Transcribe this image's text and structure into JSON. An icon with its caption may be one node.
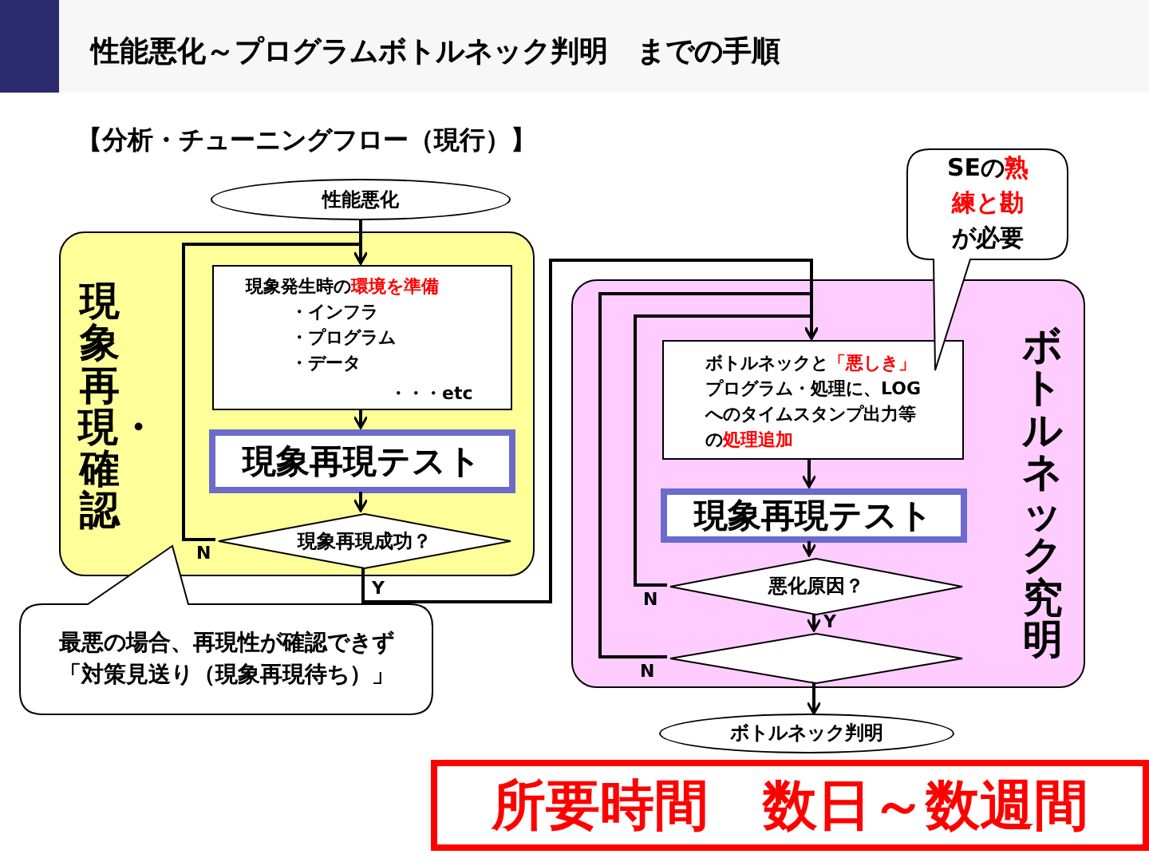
{
  "diagram": {
    "title": "性能悪化～プログラムボトルネック判明　までの手順",
    "nodes": [
      {
        "text": [
          "性能悪化"
        ]
      },
      {
        "text": [
          "現象再現・確認"
        ]
      },
      {
        "text": [
          "現象発生時の**環境を準備**",
          "・インフラ",
          "・プログラム",
          "・データ",
          "・・・etc"
        ],
        "in": 1
      },
      {
        "text": [
          "現象再現テスト"
        ],
        "in": 1
      },
      {
        "text": [
          "現象再現成功？"
        ],
        "in": 1
      },
      {
        "text": [
          "ボトルネック究明"
        ]
      },
      {
        "text": [
          "ボトルネックと**「悪しき」**プログラム・処理に、LOGへのタイムスタンプ出力等の**処理追加**"
        ],
        "in": 5
      },
      {
        "text": [
          "現象再現テスト"
        ],
        "in": 5
      },
      {
        "text": [
          "悪化原因？"
        ],
        "in": 5
      },
      {
        "text": [],
        "shape": "diamond",
        "in": 5
      },
      {
        "text": [
          "ボトルネック判明"
        ]
      },
      {
        "text": [
          "SEの**熟練と勘**が必要"
        ]
      },
      {
        "text": [
          "最悪の場合、再現性が確認できず",
          "「対策見送り（現象再現待ち）」"
        ]
      },
      {
        "text": [
          "所要時間　数日～数週間"
        ]
      }
    ],
    "edges": [
      {
        "from": 0,
        "to": 2,
        "arrow": "to"
      },
      {
        "from": 2,
        "to": 3,
        "arrow": "to"
      },
      {
        "from": 3,
        "to": 4,
        "arrow": "to"
      },
      {
        "from": 4,
        "to": 2,
        "arrow": "to",
        "label": "N"
      },
      {
        "from": 4,
        "to": 6,
        "arrow": "to",
        "label": "Y"
      },
      {
        "from": 6,
        "to": 7,
        "arrow": "to"
      },
      {
        "from": 7,
        "to": 8,
        "arrow": "to"
      },
      {
        "from": 8,
        "to": 6,
        "arrow": "to",
        "label": "N"
      },
      {
        "from": 8,
        "to": 9,
        "arrow": "to",
        "label": "Y"
      },
      {
        "from": 9,
        "to": 6,
        "arrow": "to",
        "label": "N"
      },
      {
        "from": 9,
        "to": 10,
        "arrow": "to"
      }
    ],
    "labels": [
      "【分析・チューニングフロー（現行）】"
    ]
  }
}
